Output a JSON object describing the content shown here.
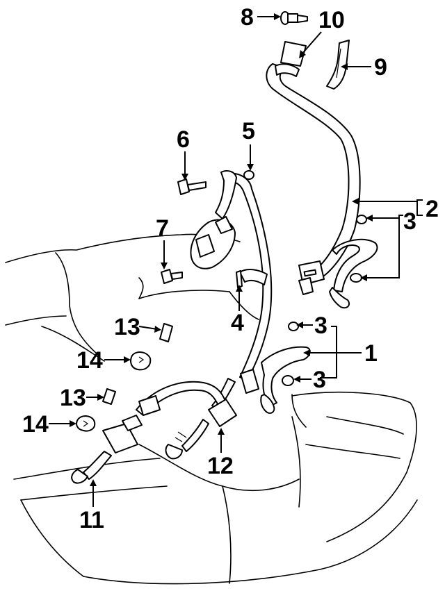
{
  "callouts": {
    "c1": "1",
    "c2": "2",
    "c3a": "3",
    "c3b": "3",
    "c3c": "3",
    "c4": "4",
    "c5": "5",
    "c6": "6",
    "c7": "7",
    "c8": "8",
    "c9": "9",
    "c10": "10",
    "c11": "11",
    "c12": "12",
    "c13a": "13",
    "c13b": "13",
    "c14a": "14",
    "c14b": "14"
  }
}
